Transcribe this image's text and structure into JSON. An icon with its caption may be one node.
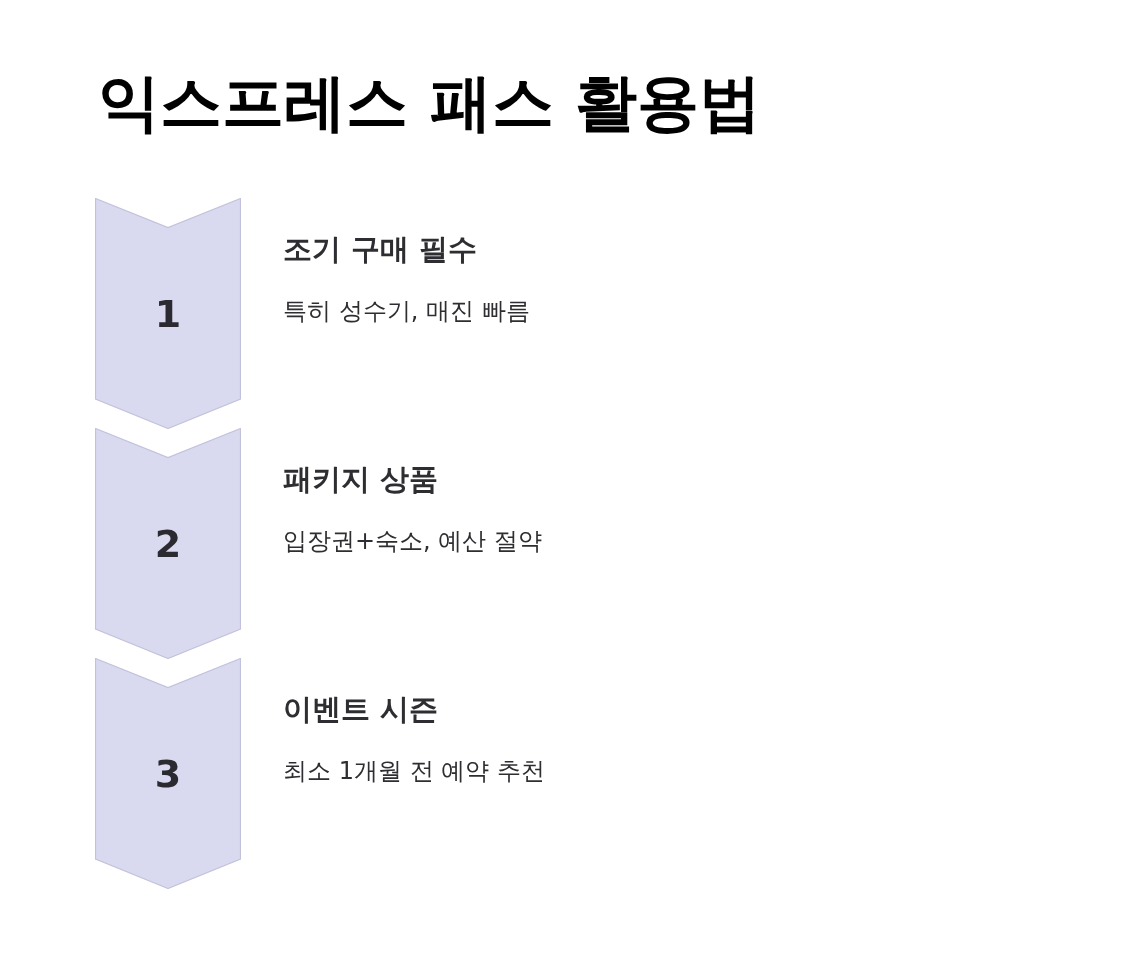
{
  "diagram": {
    "title": "익스프레스 패스 활용법",
    "nodes": [
      {
        "text": [
          "1"
        ],
        "beside": [
          "조기 구매 필수",
          "특히 성수기, 매진 빠름"
        ]
      },
      {
        "text": [
          "2"
        ],
        "beside": [
          "패키지 상품",
          "입장권+숙소, 예산 절약"
        ]
      },
      {
        "text": [
          "3"
        ],
        "beside": [
          "이벤트 시즌",
          "최소 1개월 전 예약 추천"
        ]
      }
    ]
  }
}
